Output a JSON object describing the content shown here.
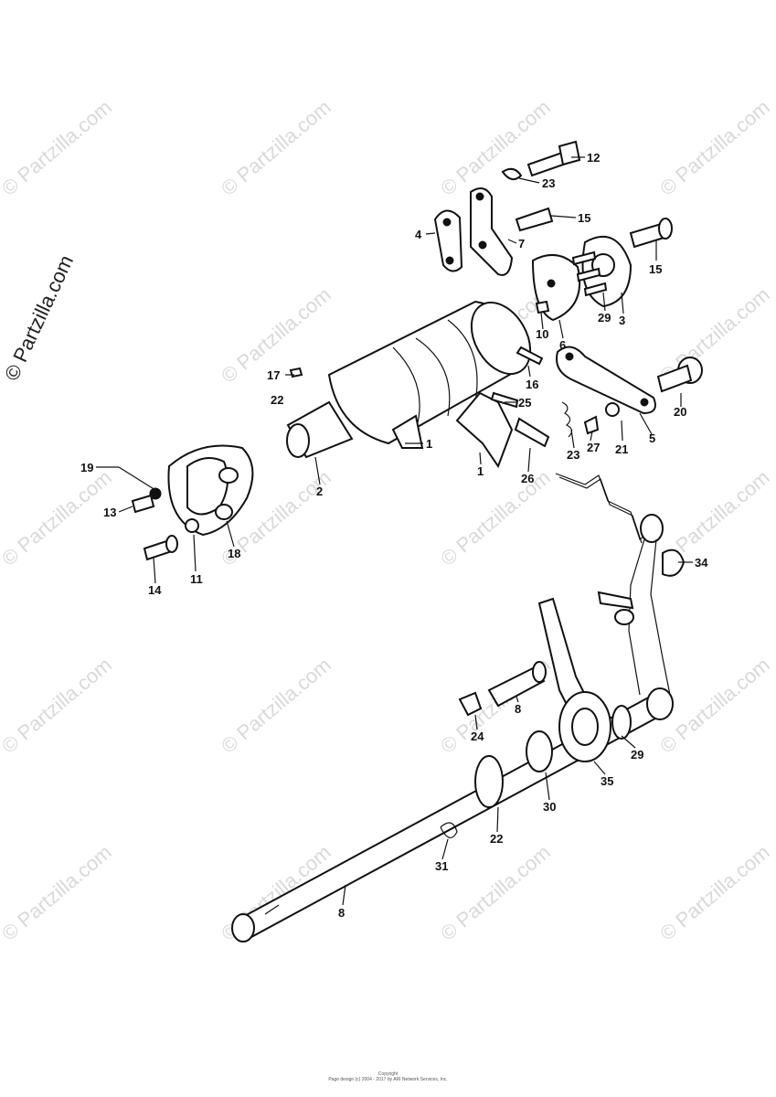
{
  "watermark": {
    "text": "© Partzilla.com",
    "side_text": "© Partzilla.com"
  },
  "callouts": [
    "12",
    "23",
    "15",
    "4",
    "7",
    "15",
    "29",
    "3",
    "10",
    "6",
    "17",
    "22",
    "16",
    "25",
    "20",
    "23",
    "27",
    "21",
    "5",
    "1",
    "1",
    "26",
    "2",
    "19",
    "13",
    "14",
    "11",
    "18",
    "34",
    "8",
    "24",
    "29",
    "35",
    "30",
    "22",
    "31",
    "8"
  ],
  "footer": {
    "line1": "Copyright",
    "line2": "Page design (c) 2004 - 2017 by ARI Network Services, Inc."
  }
}
